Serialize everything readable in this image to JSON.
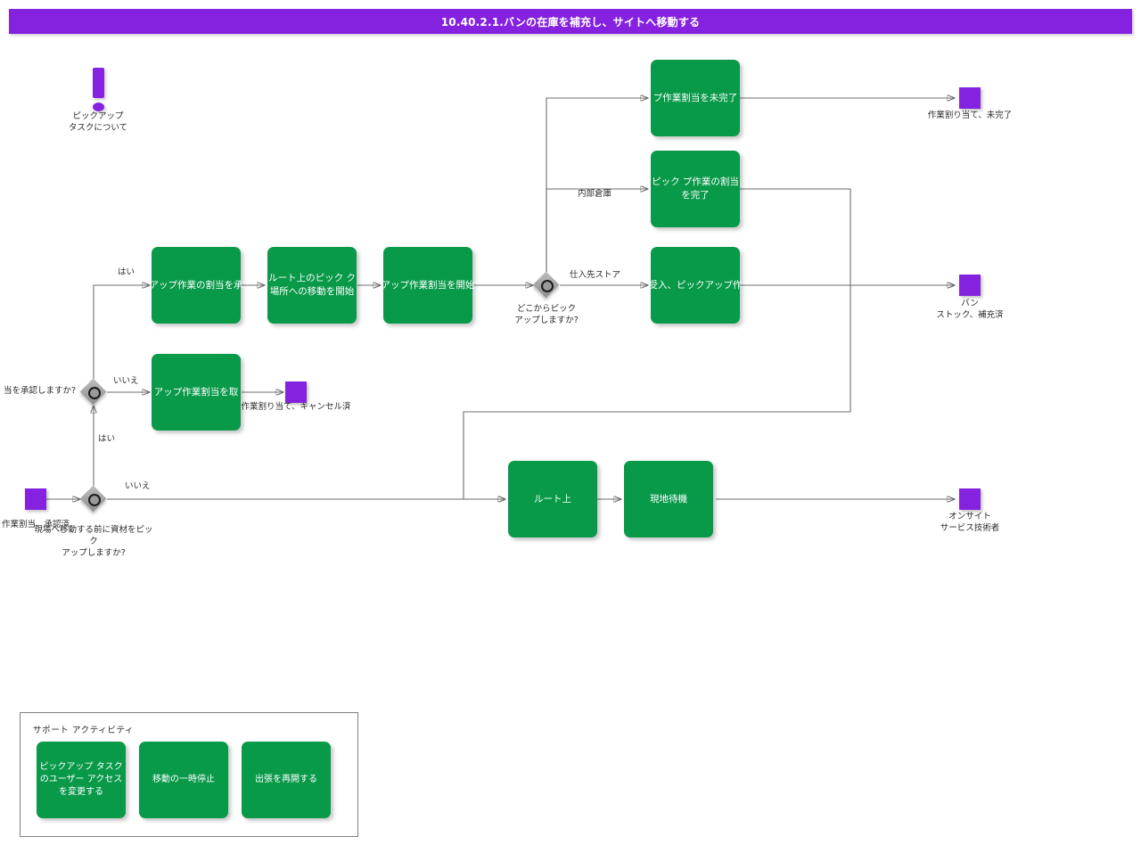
{
  "header": {
    "title": "10.40.2.1.バンの在庫を補充し、サイトへ移動する",
    "accent_color": "#8522e0"
  },
  "theme": {
    "task_color": "#089949",
    "event_color": "#8522e0",
    "gateway_color": "#9a9a9a",
    "connector_color": "#6d6d6d",
    "canvas_color": "#ffffff"
  },
  "annotation": {
    "icon": "exclamation-icon",
    "label": "ピックアップ\nタスクについて"
  },
  "events": {
    "start_approved": "作業割当、承認済",
    "end_assignment_incomplete": "作業割り当て、未完了",
    "end_assignment_cancelled": "作業割り当て、キャンセル済",
    "end_van_stock_replenished": "バン\nストック、補充済",
    "end_onsite_technician": "オンサイト\nサービス技術者"
  },
  "gateways": [
    {
      "id": "pickup-before-site",
      "label": "現場へ移動する前に資材をピック\nアップしますか?",
      "branches": {
        "no": "いいえ",
        "yes": "はい"
      }
    },
    {
      "id": "approve-assignment",
      "label": "当を承認しますか?",
      "branches": {
        "no": "いいえ",
        "yes": "はい"
      }
    },
    {
      "id": "pickup-source",
      "label": "どこからピック\nアップしますか?",
      "branches": {
        "internal": "内部倉庫",
        "supplier": "仕入先ストア"
      }
    }
  ],
  "tasks": {
    "accept_assignment": "アップ作業の割当を承",
    "start_route_travel": "ルート上のピック\nク場所への移動を開始",
    "start_pickup_assignment": "アップ作業割当を開始",
    "cancel_pickup_assignment": "アップ作業割当を取",
    "mark_incomplete": "プ作業割当を未完了",
    "complete_pickup": "ピック\nプ作業の割当を完了",
    "receive_pickup": "受入、ピックアップ作",
    "on_route": "ルート上",
    "onsite_standby": "現地待機"
  },
  "support": {
    "title": "サポート アクティビティ",
    "items": [
      "ピックアップ\nタスクのユーザー\nアクセスを変更する",
      "移動の一時停止",
      "出張を再開する"
    ]
  }
}
